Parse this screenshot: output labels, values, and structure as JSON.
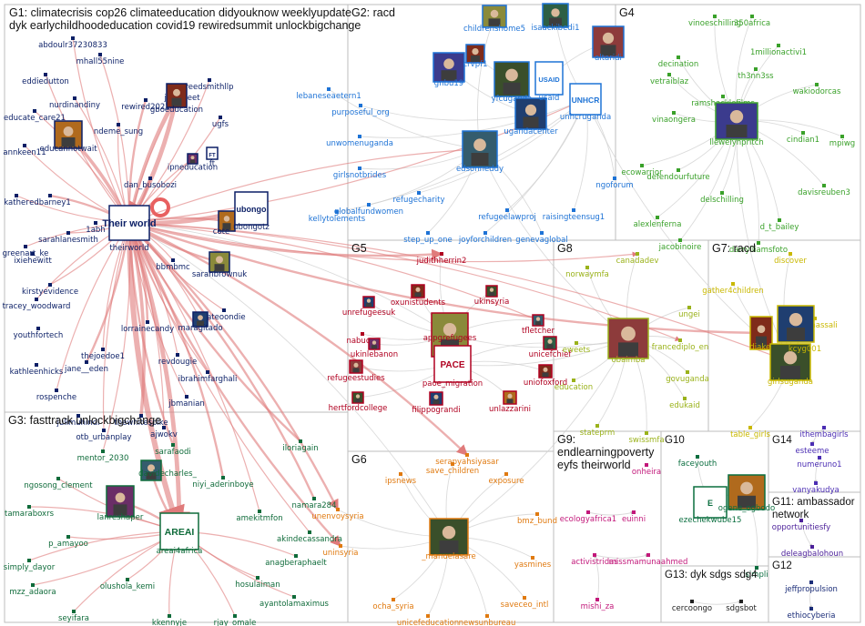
{
  "colors": {
    "edge_red": "#e07b7b",
    "edge_gray": "#cfcfcf",
    "panel_border": "#bdbdbd",
    "g1": "#0b1f66",
    "g2": "#1e73d6",
    "g3": "#0f6b3a",
    "g4": "#3aa12a",
    "g5": "#b00020",
    "g6": "#e07a10",
    "g7": "#c9b800",
    "g8": "#9ab21a",
    "g9": "#c2187a",
    "g10": "#0a6e3f",
    "g11": "#4b1f99",
    "g12": "#1b2d78",
    "g13": "#222222",
    "g14": "#4b2db3"
  },
  "groups": [
    {
      "id": "g1",
      "title": "G1: climatecrisis cop26 climateeducation didyouknow weeklyupdate",
      "title2": "dyk earlychildhoodeducation covid19 rewiredsummit unlockbigchange"
    },
    {
      "id": "g2",
      "title": "G2: racd"
    },
    {
      "id": "g3",
      "title": "G3: fasttrack unlockbigchange"
    },
    {
      "id": "g4",
      "title": "G4"
    },
    {
      "id": "g5",
      "title": "G5"
    },
    {
      "id": "g6",
      "title": "G6"
    },
    {
      "id": "g7",
      "title": "G7: racd"
    },
    {
      "id": "g8",
      "title": "G8"
    },
    {
      "id": "g9",
      "title": "G9:",
      "title2": "endlearningpoverty",
      "title3": "eyfs theirworld"
    },
    {
      "id": "g10",
      "title": "G10"
    },
    {
      "id": "g11",
      "title": "G11: ambassador",
      "title2": "network"
    },
    {
      "id": "g12",
      "title": "G12"
    },
    {
      "id": "g13",
      "title": "G13: dyk sdgs sdg4"
    },
    {
      "id": "g14",
      "title": "G14"
    }
  ],
  "nodes": [
    {
      "id": "theirworld",
      "label": "theirworld",
      "group": "g1",
      "logo": "Their world"
    },
    {
      "id": "abdoulr37230833",
      "label": "abdoulr37230833",
      "group": "g1"
    },
    {
      "id": "mhall55nine",
      "label": "mhall55nine",
      "group": "g1"
    },
    {
      "id": "eddiedutton",
      "label": "eddiedutton",
      "group": "g1"
    },
    {
      "id": "reedsmithllp",
      "label": "reedsmithllp",
      "group": "g1"
    },
    {
      "id": "rewired2021",
      "label": "rewired2021",
      "group": "g1"
    },
    {
      "id": "nurdinandiny",
      "label": "nurdinandiny",
      "group": "g1"
    },
    {
      "id": "jwanfleet",
      "label": "jwanfleet",
      "group": "g1"
    },
    {
      "id": "educate_care21",
      "label": "educate_care21",
      "group": "g1"
    },
    {
      "id": "ndeme_sung",
      "label": "ndeme_sung",
      "group": "g1"
    },
    {
      "id": "gboeducation",
      "label": "gboeducation",
      "group": "g1"
    },
    {
      "id": "ugfs",
      "label": "ugfs",
      "group": "g1"
    },
    {
      "id": "annkeen11",
      "label": "annkeen11",
      "group": "g1"
    },
    {
      "id": "educannotwait",
      "label": "educannotwait",
      "group": "g1"
    },
    {
      "id": "ipneducation",
      "label": "ipneducation",
      "group": "g1"
    },
    {
      "id": "ft",
      "label": "ft",
      "group": "g1",
      "logo": "FT"
    },
    {
      "id": "dan_busobozi",
      "label": "dan_busobozi",
      "group": "g1"
    },
    {
      "id": "kather",
      "label": "kather",
      "group": "g1"
    },
    {
      "id": "edbarney1",
      "label": "edbarney1",
      "group": "g1"
    },
    {
      "id": "1abh",
      "label": "1abh",
      "group": "g1"
    },
    {
      "id": "sarahlanesmith",
      "label": "sarahlanesmith",
      "group": "g1"
    },
    {
      "id": "greenart_ke",
      "label": "greenart_ke",
      "group": "g1"
    },
    {
      "id": "ixiehewitt",
      "label": "ixiehewitt",
      "group": "g1"
    },
    {
      "id": "cote",
      "label": "cote",
      "group": "g1"
    },
    {
      "id": "ubongotz",
      "label": "ubongotz",
      "group": "g1",
      "logo": "ubongo"
    },
    {
      "id": "bbmbmc",
      "label": "bbmbmc",
      "group": "g1"
    },
    {
      "id": "sarahbrownuk",
      "label": "sarahbrownuk",
      "group": "g1"
    },
    {
      "id": "kirstyevidence",
      "label": "kirstyevidence",
      "group": "g1"
    },
    {
      "id": "tracey_woodward",
      "label": "tracey_woodward",
      "group": "g1"
    },
    {
      "id": "youthfortech",
      "label": "youthfortech",
      "group": "g1"
    },
    {
      "id": "lorrainecandy",
      "label": "lorrainecandy",
      "group": "g1"
    },
    {
      "id": "kateoondie",
      "label": "kateoondie",
      "group": "g1"
    },
    {
      "id": "maragitado",
      "label": "maragitado",
      "group": "g1"
    },
    {
      "id": "thejoedoe1",
      "label": "thejoedoe1",
      "group": "g1"
    },
    {
      "id": "revdougie",
      "label": "revdougie",
      "group": "g1"
    },
    {
      "id": "ibrahimfarghali",
      "label": "ibrahimfarghali",
      "group": "g1"
    },
    {
      "id": "kathleenhicks",
      "label": "kathleenhicks",
      "group": "g1"
    },
    {
      "id": "jane__eden",
      "label": "jane__eden",
      "group": "g1"
    },
    {
      "id": "rospenche",
      "label": "rospenche",
      "group": "g1"
    },
    {
      "id": "jbmanian",
      "label": "jbmanian",
      "group": "g1"
    },
    {
      "id": "julimuhindi",
      "label": "julimuhindi",
      "group": "g1"
    },
    {
      "id": "thewhitespike",
      "label": "thewhitespike",
      "group": "g1"
    },
    {
      "id": "otb_urbanplay",
      "label": "otb_urbanplay",
      "group": "g1"
    },
    {
      "id": "ajwokv",
      "label": "ajwokv",
      "group": "g1"
    },
    {
      "id": "lebaneseaetern1",
      "label": "lebaneseaetern1",
      "group": "g2"
    },
    {
      "id": "purposeful_org",
      "label": "purposeful_org",
      "group": "g2"
    },
    {
      "id": "unwomenuganda",
      "label": "unwomenuganda",
      "group": "g2"
    },
    {
      "id": "girlsnotbrides",
      "label": "girlsnotbrides",
      "group": "g2"
    },
    {
      "id": "refugecharity",
      "label": "refugecharity",
      "group": "g2"
    },
    {
      "id": "globalfundwomen",
      "label": "globalfundwomen",
      "group": "g2"
    },
    {
      "id": "kellytolements",
      "label": "kellytolements",
      "group": "g2"
    },
    {
      "id": "step_up_one",
      "label": "step_up_one",
      "group": "g2"
    },
    {
      "id": "joyforchildren",
      "label": "joyforchildren",
      "group": "g2"
    },
    {
      "id": "refugeelawproj",
      "label": "refugeelawproj",
      "group": "g2"
    },
    {
      "id": "genevaglobal",
      "label": "genevaglobal",
      "group": "g2"
    },
    {
      "id": "raisingteensug1",
      "label": "raisingteensug1",
      "group": "g2"
    },
    {
      "id": "childrenshome5",
      "label": "childrenshome5",
      "group": "g2"
    },
    {
      "id": "isaackibedi1",
      "label": "isaackibedi1",
      "group": "g2"
    },
    {
      "id": "altaridi",
      "label": "altaridi",
      "group": "g2"
    },
    {
      "id": "gnbu19",
      "label": "gnbu19",
      "group": "g2"
    },
    {
      "id": "crvpf1",
      "label": "crvpf1",
      "group": "g2"
    },
    {
      "id": "yfcuganda",
      "label": "yfcuganda",
      "group": "g2"
    },
    {
      "id": "ugandacenter",
      "label": "ugandacenter",
      "group": "g2"
    },
    {
      "id": "unhcruganda",
      "label": "unhcruganda",
      "group": "g2",
      "logo": "UNHCR"
    },
    {
      "id": "usaid",
      "label": "usaid",
      "group": "g2",
      "logo": "USAID"
    },
    {
      "id": "edsonneddy",
      "label": "edsonneddy",
      "group": "g2"
    },
    {
      "id": "ngoforum",
      "label": "ngoforum",
      "group": "g2"
    },
    {
      "id": "mentor_2030",
      "label": "mentor_2030",
      "group": "g3"
    },
    {
      "id": "ngosong_clement",
      "label": "ngosong_clement",
      "group": "g3"
    },
    {
      "id": "tamaraboxrs",
      "label": "tamaraboxrs",
      "group": "g3"
    },
    {
      "id": "p_amayoo",
      "label": "p_amayoo",
      "group": "g3"
    },
    {
      "id": "simply_dayor",
      "label": "simply_dayor",
      "group": "g3"
    },
    {
      "id": "mzz_adaora",
      "label": "mzz_adaora",
      "group": "g3"
    },
    {
      "id": "seyifara",
      "label": "seyifara",
      "group": "g3"
    },
    {
      "id": "lanreshaper",
      "label": "lanreshaper",
      "group": "g3"
    },
    {
      "id": "davidecharles",
      "label": "davidecharles_",
      "group": "g3"
    },
    {
      "id": "areai4africa",
      "label": "areai4africa",
      "group": "g3",
      "logo": "AREAI"
    },
    {
      "id": "sarafaodi",
      "label": "sarafaodi",
      "group": "g3"
    },
    {
      "id": "niyi_aderinboye",
      "label": "niyi_aderinboye",
      "group": "g3"
    },
    {
      "id": "iloriagain",
      "label": "iloriagain",
      "group": "g3"
    },
    {
      "id": "amekitmfon",
      "label": "amekitmfon",
      "group": "g3"
    },
    {
      "id": "namara284",
      "label": "namara284",
      "group": "g3"
    },
    {
      "id": "akindecassandra",
      "label": "akindecassandra",
      "group": "g3"
    },
    {
      "id": "anagberaphaelt",
      "label": "anagberaphaelt",
      "group": "g3"
    },
    {
      "id": "hosulaiman",
      "label": "hosulaiman",
      "group": "g3"
    },
    {
      "id": "olushola_kemi",
      "label": "olushola_kemi",
      "group": "g3"
    },
    {
      "id": "ayantolamaximus",
      "label": "ayantolamaximus",
      "group": "g3"
    },
    {
      "id": "kkennyje",
      "label": "kkennyje",
      "group": "g3"
    },
    {
      "id": "rjay_omale",
      "label": "rjay_omale",
      "group": "g3"
    },
    {
      "id": "decination",
      "label": "decination",
      "group": "g4"
    },
    {
      "id": "vinoeschilling",
      "label": "vinoeschilling",
      "group": "g4"
    },
    {
      "id": "350africa",
      "label": "350africa",
      "group": "g4"
    },
    {
      "id": "1millionactivi1",
      "label": "1millionactivi1",
      "group": "g4"
    },
    {
      "id": "vetraiblaz",
      "label": "vetraiblaz",
      "group": "g4"
    },
    {
      "id": "th3nn3ss",
      "label": "th3nn3ss",
      "group": "g4"
    },
    {
      "id": "wakiodorcas",
      "label": "wakiodorcas",
      "group": "g4"
    },
    {
      "id": "ramshacklefilms",
      "label": "ramshacklefilms",
      "group": "g4"
    },
    {
      "id": "vinaongera",
      "label": "vinaongera",
      "group": "g4"
    },
    {
      "id": "mpiwg",
      "label": "mpiwg",
      "group": "g4"
    },
    {
      "id": "llewelynpritch",
      "label": "llewelynpritch",
      "group": "g4"
    },
    {
      "id": "cindian1",
      "label": "cindian1",
      "group": "g4"
    },
    {
      "id": "ecowarrior",
      "label": "ecowarrior",
      "group": "g4"
    },
    {
      "id": "defendourfuture",
      "label": "defendourfuture",
      "group": "g4"
    },
    {
      "id": "davisreuben3",
      "label": "davisreuben3",
      "group": "g4"
    },
    {
      "id": "delschilling",
      "label": "delschilling",
      "group": "g4"
    },
    {
      "id": "alexlenferna",
      "label": "alexlenferna",
      "group": "g4"
    },
    {
      "id": "d_t_bailey",
      "label": "d_t_bailey",
      "group": "g4"
    },
    {
      "id": "jacobinoire",
      "label": "jacobinoire",
      "group": "g4"
    },
    {
      "id": "darrylliamsfoto",
      "label": "darrylliamsfoto",
      "group": "g4"
    },
    {
      "id": "judithherrin2",
      "label": "judithherrin2",
      "group": "g5"
    },
    {
      "id": "oxunistudents",
      "label": "oxunistudents",
      "group": "g5"
    },
    {
      "id": "ukinsyria",
      "label": "ukinsyria",
      "group": "g5"
    },
    {
      "id": "unrefugeesuk",
      "label": "unrefugeesuk",
      "group": "g5"
    },
    {
      "id": "nabuore",
      "label": "nabuore",
      "group": "g5"
    },
    {
      "id": "ukinlebanon",
      "label": "ukinlebanon",
      "group": "g5"
    },
    {
      "id": "tfletcher",
      "label": "tfletcher",
      "group": "g5"
    },
    {
      "id": "appgrefugees",
      "label": "appgrefugees",
      "group": "g5"
    },
    {
      "id": "unicefchief",
      "label": "unicefchief",
      "group": "g5"
    },
    {
      "id": "refugeestudies",
      "label": "refugeestudies",
      "group": "g5"
    },
    {
      "id": "paoe_migration",
      "label": "paoe_migration",
      "group": "g5",
      "logo": "PACE"
    },
    {
      "id": "uniofoxford",
      "label": "uniofoxford",
      "group": "g5"
    },
    {
      "id": "hertfordcollege",
      "label": "hertfordcollege",
      "group": "g5"
    },
    {
      "id": "filippograndi",
      "label": "filippograndi",
      "group": "g5"
    },
    {
      "id": "unlazzarini",
      "label": "unlazzarini",
      "group": "g5"
    },
    {
      "id": "serapyahsiyasar",
      "label": "serapyahsiyasar",
      "group": "g6"
    },
    {
      "id": "save_children",
      "label": "save_children",
      "group": "g6"
    },
    {
      "id": "ipsnews",
      "label": "ipsnews",
      "group": "g6"
    },
    {
      "id": "exposure",
      "label": "exposure",
      "group": "g6"
    },
    {
      "id": "unenvoysyria",
      "label": "unenvoysyria",
      "group": "g6"
    },
    {
      "id": "uninsyria",
      "label": "uninsyria",
      "group": "g6"
    },
    {
      "id": "bmz_bund",
      "label": "bmz_bund",
      "group": "g6"
    },
    {
      "id": "manuelasare",
      "label": "_manuelasare",
      "group": "g6"
    },
    {
      "id": "yasmines",
      "label": "yasmines",
      "group": "g6"
    },
    {
      "id": "ocha_syria",
      "label": "ocha_syria",
      "group": "g6"
    },
    {
      "id": "saveceo_intl",
      "label": "saveceo_intl",
      "group": "g6"
    },
    {
      "id": "unicefeducation",
      "label": "unicefeducation",
      "group": "g6"
    },
    {
      "id": "newsunbureau",
      "label": "newsunbureau",
      "group": "g6"
    },
    {
      "id": "discover",
      "label": "discover",
      "group": "g7"
    },
    {
      "id": "gather4children",
      "label": "gather4children",
      "group": "g7"
    },
    {
      "id": "violanassali",
      "label": "violanassali",
      "group": "g7"
    },
    {
      "id": "diakei",
      "label": "diakei",
      "group": "g7"
    },
    {
      "id": "girlsuganda",
      "label": "girlsuganda",
      "group": "g7"
    },
    {
      "id": "kcyg001",
      "label": "kcyg001",
      "group": "g7"
    },
    {
      "id": "table_girls",
      "label": "table_girls",
      "group": "g7"
    },
    {
      "id": "norwaymfa",
      "label": "norwaymfa",
      "group": "g8"
    },
    {
      "id": "canadadev",
      "label": "canadadev",
      "group": "g8"
    },
    {
      "id": "ungei",
      "label": "ungei",
      "group": "g8"
    },
    {
      "id": "eweets",
      "label": "eweets",
      "group": "g8"
    },
    {
      "id": "obaimba",
      "label": "obaimba",
      "group": "g8"
    },
    {
      "id": "francediplo_en",
      "label": "francediplo_en",
      "group": "g8"
    },
    {
      "id": "govuganda",
      "label": "govuganda",
      "group": "g8"
    },
    {
      "id": "education",
      "label": "education",
      "group": "g8"
    },
    {
      "id": "edukaid",
      "label": "edukaid",
      "group": "g8"
    },
    {
      "id": "stateprm",
      "label": "stateprm",
      "group": "g8"
    },
    {
      "id": "swissmfa",
      "label": "swissmfa",
      "group": "g8"
    },
    {
      "id": "onheira",
      "label": "onheira",
      "group": "g9"
    },
    {
      "id": "ecologyafrica1",
      "label": "ecologyafrica1",
      "group": "g9"
    },
    {
      "id": "euinni",
      "label": "euinni",
      "group": "g9"
    },
    {
      "id": "activistridas",
      "label": "activistridas",
      "group": "g9"
    },
    {
      "id": "missmamunaahmed",
      "label": "missmamunaahmed",
      "group": "g9"
    },
    {
      "id": "mishi_za",
      "label": "mishi_za",
      "group": "g9"
    },
    {
      "id": "faceyouth",
      "label": "faceyouth",
      "group": "g10"
    },
    {
      "id": "ezechekwube15",
      "label": "ezechekwube15",
      "group": "g10",
      "logo": "E"
    },
    {
      "id": "ogene_ogbodo",
      "label": "ogene_ogbodo",
      "group": "g10"
    },
    {
      "id": "simpli",
      "label": "simpli",
      "group": "g10"
    },
    {
      "id": "opportunitiesfy",
      "label": "opportunitiesfy",
      "group": "g11"
    },
    {
      "id": "deleagbalohoun",
      "label": "deleagbalohoun",
      "group": "g11"
    },
    {
      "id": "jeffpropulsion",
      "label": "jeffpropulsion",
      "group": "g12"
    },
    {
      "id": "ethiocyberia",
      "label": "ethiocyberia",
      "group": "g12"
    },
    {
      "id": "cercoongo",
      "label": "cercoongo",
      "group": "g13"
    },
    {
      "id": "sdgsbot",
      "label": "sdgsbot",
      "group": "g13"
    },
    {
      "id": "ithembagirls",
      "label": "ithembagirls",
      "group": "g14"
    },
    {
      "id": "esteeme",
      "label": "esteeme",
      "group": "g14"
    },
    {
      "id": "numeruno1",
      "label": "numeruno1",
      "group": "g14"
    },
    {
      "id": "vanyakudya",
      "label": "vanyakudya",
      "group": "g14"
    }
  ]
}
